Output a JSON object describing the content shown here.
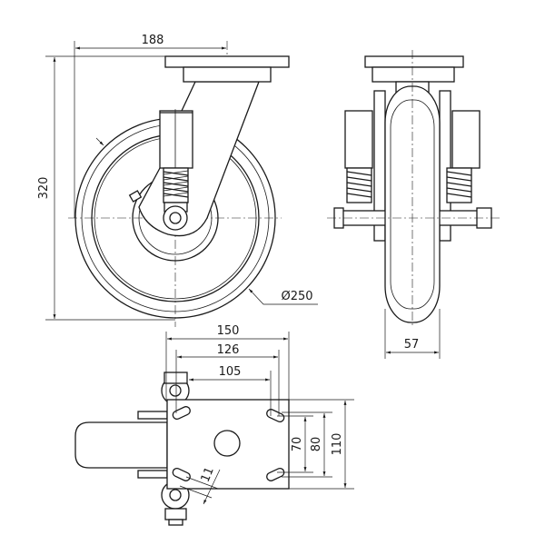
{
  "drawing": {
    "title": "Swivel castor with spring suspension - technical drawing",
    "side_view": {
      "offset_label": "188",
      "height_label": "320",
      "diameter_label": "Ø250"
    },
    "front_view": {
      "width_label": "57"
    },
    "top_view": {
      "plate_length_label": "150",
      "hole_spacing_outer_label": "126",
      "hole_spacing_inner_label": "105",
      "hole_spacing_y_inner_label": "70",
      "hole_spacing_y_outer_label": "80",
      "plate_width_label": "110",
      "slot_width_label": "11"
    },
    "colors": {
      "line": "#1a1a1a",
      "background": "#ffffff"
    }
  }
}
